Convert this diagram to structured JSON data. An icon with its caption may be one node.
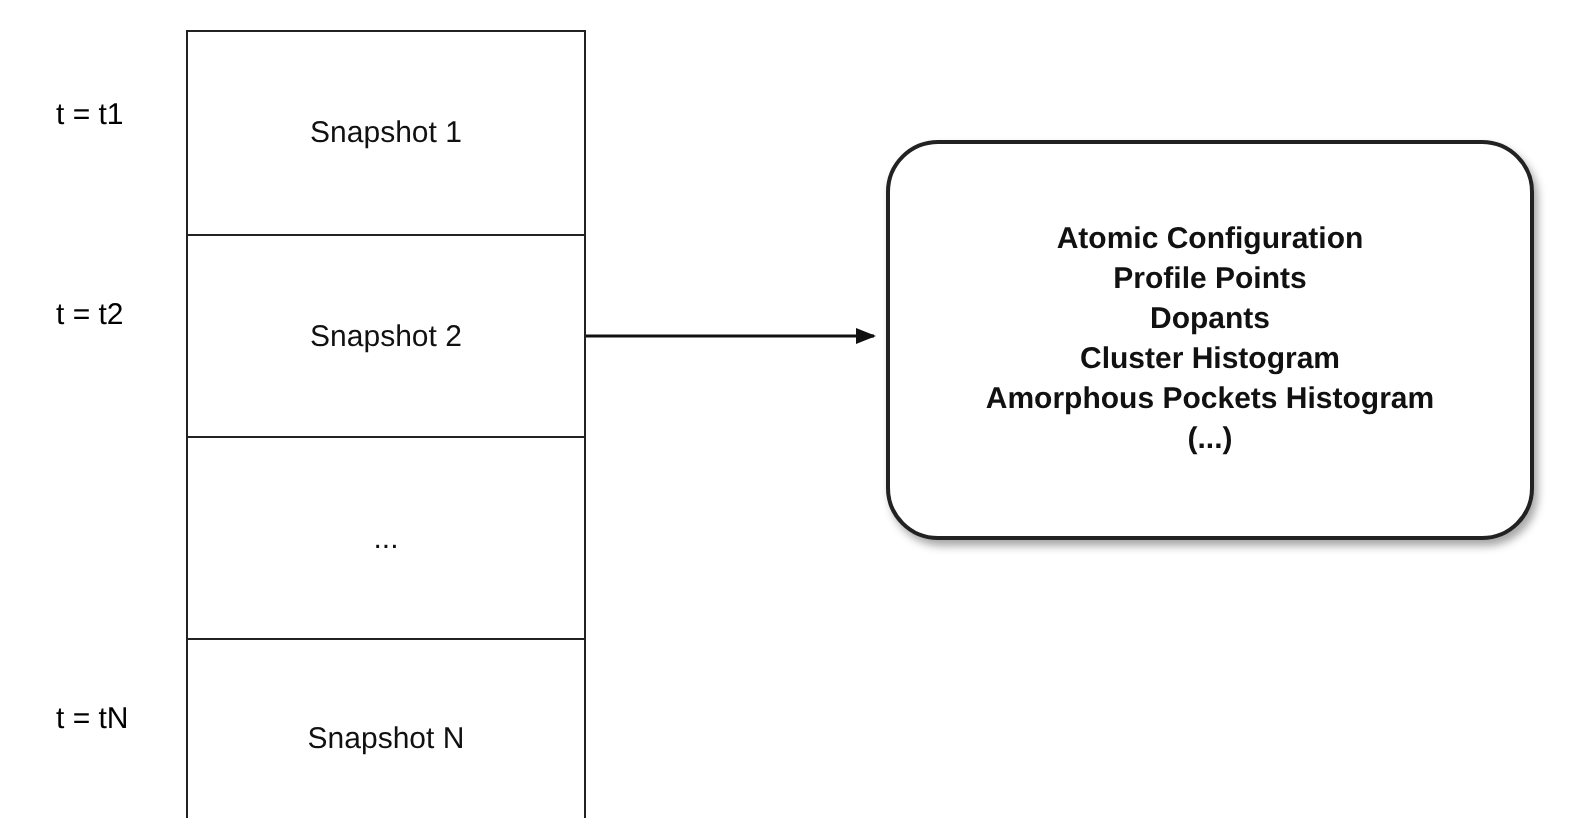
{
  "diagram": {
    "nodes": [
      {
        "text": [
          "Snapshot 1"
        ],
        "beside": [
          "t = t1"
        ]
      },
      {
        "text": [
          "Snapshot 2"
        ],
        "beside": [
          "t = t2"
        ]
      },
      {
        "text": [
          "..."
        ]
      },
      {
        "text": [
          "Snapshot N"
        ],
        "beside": [
          "t = tN"
        ]
      },
      {
        "text": [
          "Atomic Configuration",
          "Profile Points",
          "Dopants",
          "Cluster Histogram",
          "Amorphous Pockets Histogram",
          "(...)"
        ]
      }
    ],
    "edges": [
      {
        "from": 1,
        "to": 4,
        "arrow": "to"
      }
    ]
  }
}
